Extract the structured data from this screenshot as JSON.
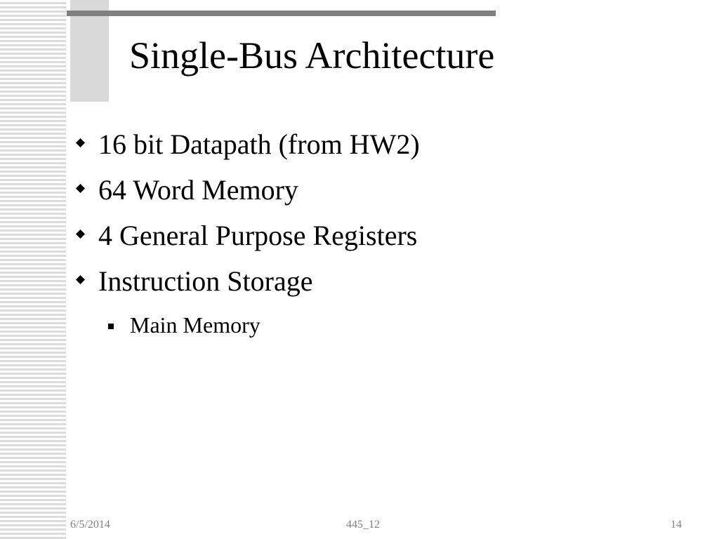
{
  "slide": {
    "title": "Single-Bus Architecture",
    "bullets": [
      {
        "text": "16 bit Datapath (from HW2)"
      },
      {
        "text": "64 Word Memory"
      },
      {
        "text": "4 General Purpose Registers"
      },
      {
        "text": "Instruction Storage",
        "sub": [
          {
            "text": "Main Memory"
          }
        ]
      }
    ],
    "footer": {
      "date": "6/5/2014",
      "center": "445_12",
      "page": "14"
    },
    "bullet_icon": "diamond-bullet-icon",
    "sub_bullet_icon": "square-bullet-icon",
    "colors": {
      "title_rule": "#808080",
      "title_block": "#d9d9d9",
      "stripe": "#dcdcdc",
      "footer_text": "#808080"
    }
  }
}
